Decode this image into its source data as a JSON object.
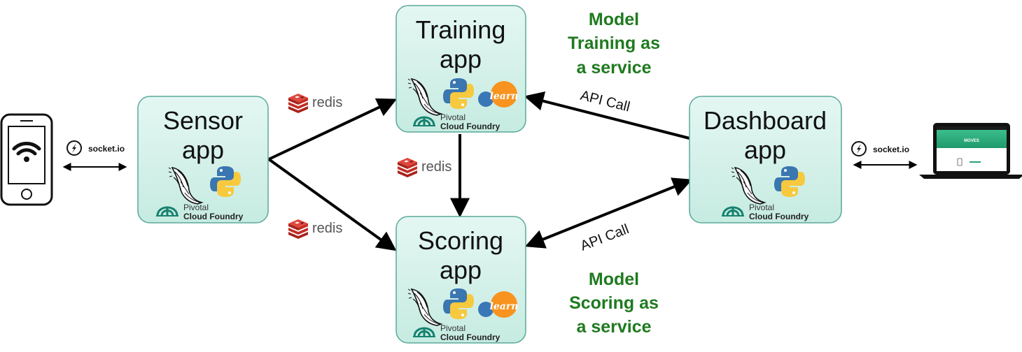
{
  "boxes": {
    "training": {
      "line1": "Training",
      "line2": "app"
    },
    "sensor": {
      "line1": "Sensor",
      "line2": "app"
    },
    "scoring": {
      "line1": "Scoring",
      "line2": "app"
    },
    "dashboard": {
      "line1": "Dashboard",
      "line2": "app"
    }
  },
  "pivotal": {
    "top": "Pivotal",
    "bottom": "Cloud Foundry"
  },
  "services": {
    "training": {
      "line1": "Model",
      "line2": "Training as",
      "line3": "a service"
    },
    "scoring": {
      "line1": "Model",
      "line2": "Scoring as",
      "line3": "a service"
    }
  },
  "edge_labels": {
    "api_call": "API Call",
    "redis": "redis",
    "socketio": "socket.io"
  },
  "logos": {
    "learn": "learn",
    "moves": "MOVES"
  },
  "colors": {
    "box_fill": "#d6f2ec",
    "box_stroke": "#5aa99a",
    "green_text": "#1f7a1f",
    "redis_red": "#c8312a",
    "pivotal_teal": "#16826f"
  },
  "icons": [
    "smartphone-wifi-icon",
    "laptop-icon",
    "socketio-icon",
    "redis-icon",
    "flask-icon",
    "python-icon",
    "scikit-learn-icon",
    "pivotal-logo-icon"
  ]
}
